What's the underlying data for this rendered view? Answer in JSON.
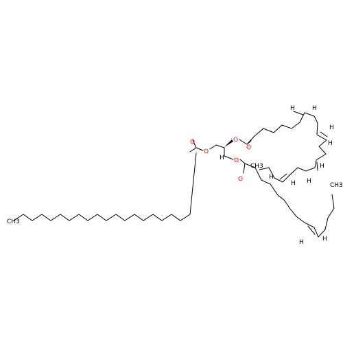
{
  "molecule": {
    "atom_colors": {
      "O": "#ff0d0d",
      "C": "#000000",
      "H": "#000000"
    },
    "labels": {
      "o_ester1_ether": "O",
      "o_ester1_carbonyl": "O",
      "o_ester2_ether": "O",
      "o_ester2_carbonyl": "O",
      "o_ester3_ether": "O",
      "o_ester3_carbonyl": "O",
      "chiral_h": "H",
      "methyl_left": "CH3",
      "methyl_top_right": "CH3",
      "methyl_far_right": "CH3",
      "h_dbl1_a": "H",
      "h_dbl1_b": "H",
      "h_dbl2_a": "H",
      "h_dbl2_b": "H",
      "h_dbl3_a": "H",
      "h_dbl3_b": "H",
      "h_dbl4_a": "H",
      "h_dbl4_b": "H",
      "h_dbl5_a": "H",
      "h_dbl5_b": "H"
    }
  }
}
